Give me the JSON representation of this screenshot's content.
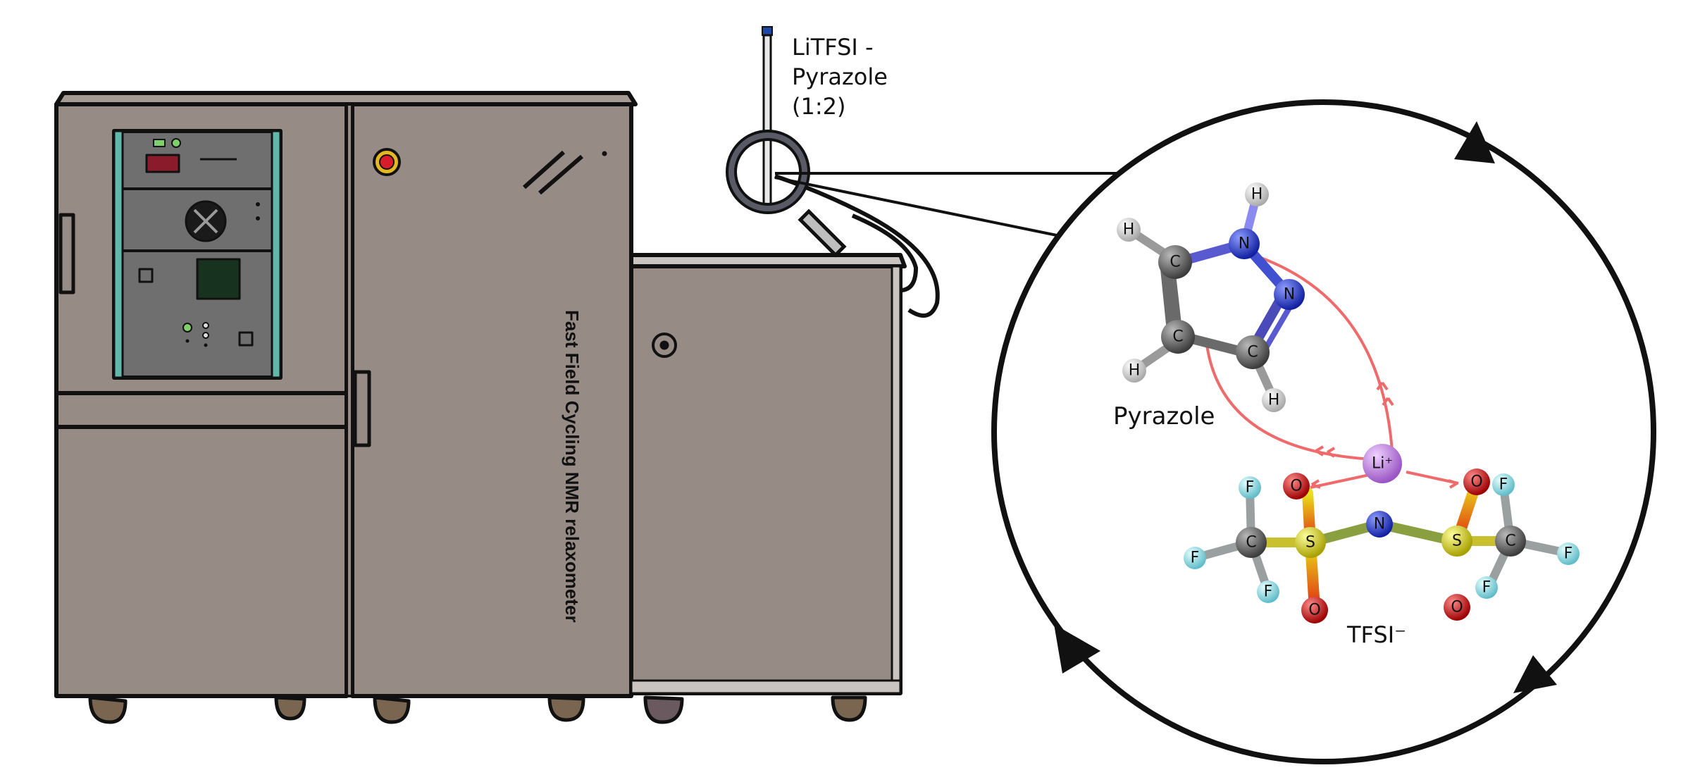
{
  "sample_label": {
    "line1": "LiTFSI -",
    "line2": "Pyrazole",
    "line3": "(1:2)"
  },
  "instrument_label": "Fast Field Cycling NMR relaxometer",
  "molecule_labels": {
    "pyrazole": "Pyrazole",
    "tfsi": "TFSI⁻"
  },
  "atoms": {
    "H": "H",
    "C": "C",
    "N": "N",
    "S": "S",
    "O": "O",
    "F": "F",
    "Li": "Li⁺"
  },
  "colors": {
    "cabinet": "#968b85",
    "cabinet_light": "#a59a94",
    "panel": "#6f6f6f",
    "panel_trim": "#63b7a9",
    "outline": "#111111",
    "lithium": "#c58ae6",
    "nitrogen": "#2a3fd6",
    "carbon": "#6e6e6e",
    "hydrogen": "#e4e4e4",
    "sulfur": "#e4e02a",
    "oxygen": "#e01616",
    "fluorine": "#8fe3ec",
    "interaction_arrow": "#ef6b6b"
  }
}
